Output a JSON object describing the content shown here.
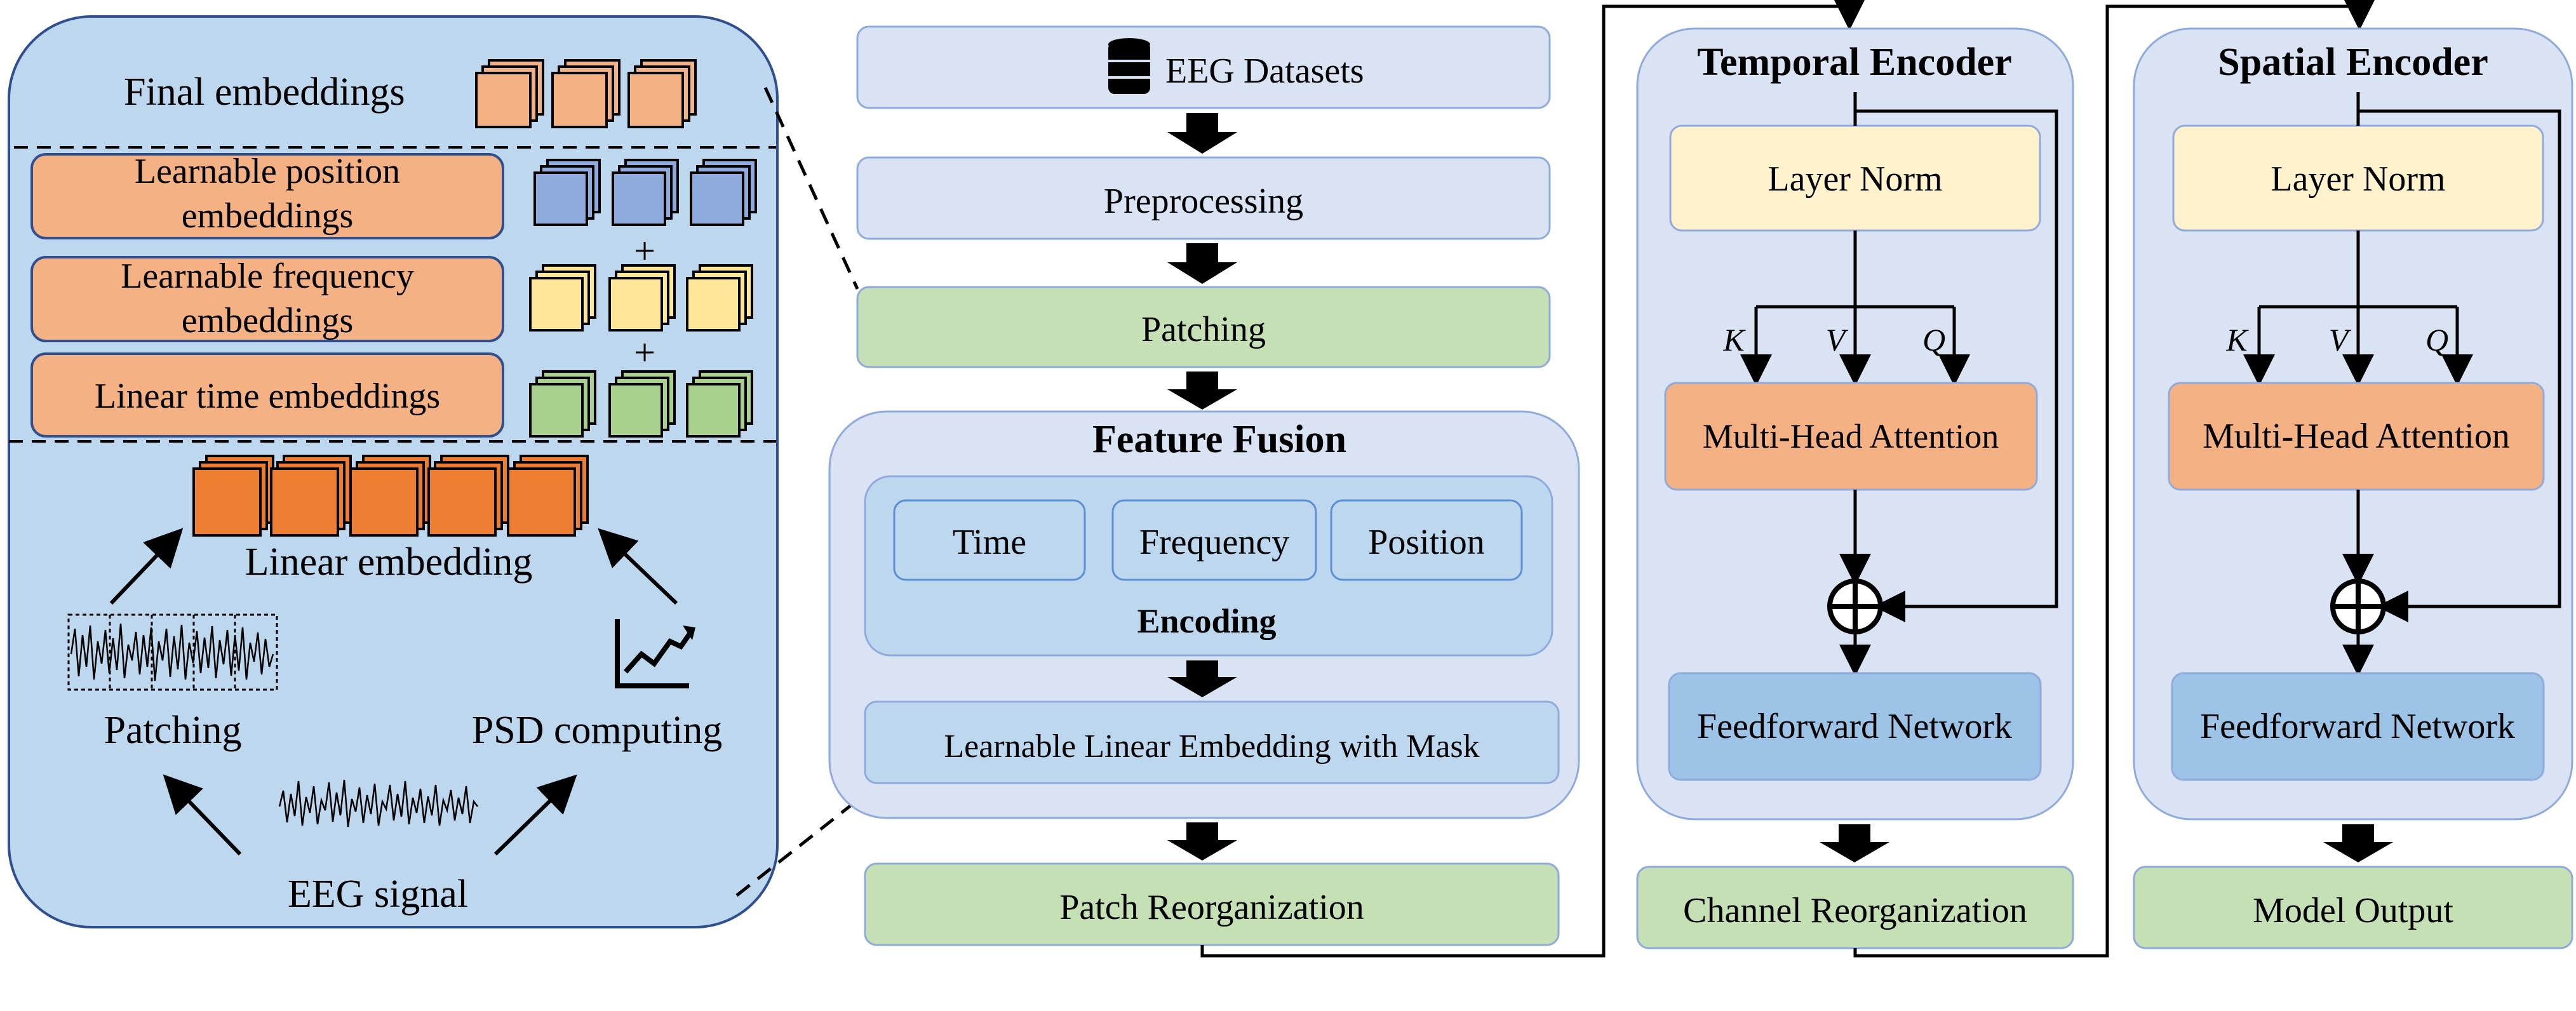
{
  "left_panel": {
    "final_embeddings": "Final embeddings",
    "position_line1": "Learnable position",
    "position_line2": "embeddings",
    "frequency_line1": "Learnable frequency",
    "frequency_line2": "embeddings",
    "time_embeddings": "Linear time embeddings",
    "plus_sign": "+",
    "linear_embedding": "Linear embedding",
    "patching": "Patching",
    "psd_computing": "PSD computing",
    "eeg_signal": "EEG signal"
  },
  "pipeline": {
    "eeg_datasets": "EEG Datasets",
    "preprocessing": "Preprocessing",
    "patching": "Patching",
    "feature_fusion": "Feature Fusion",
    "time": "Time",
    "frequency": "Frequency",
    "position": "Position",
    "encoding": "Encoding",
    "learnable_linear": "Learnable Linear Embedding with Mask",
    "patch_reorganization": "Patch Reorganization"
  },
  "temporal_encoder": {
    "title": "Temporal Encoder",
    "layer_norm": "Layer Norm",
    "key": "K",
    "value": "V",
    "query": "Q",
    "attention": "Multi-Head Attention",
    "ffn": "Feedforward Network",
    "output": "Channel Reorganization"
  },
  "spatial_encoder": {
    "title": "Spatial Encoder",
    "layer_norm": "Layer Norm",
    "key": "K",
    "value": "V",
    "query": "Q",
    "attention": "Multi-Head Attention",
    "ffn": "Feedforward Network",
    "output": "Model Output"
  },
  "colors": {
    "panel_blue": "#bdd7ee",
    "pale_blue": "#dae3f3",
    "green": "#c5e0b4",
    "orange_box": "#f4b183",
    "deep_orange": "#ed7d31",
    "cube_blue": "#8faadc",
    "cube_yellow": "#ffe699",
    "cube_green": "#a9d18e",
    "cream": "#fff2cc",
    "ffn_blue": "#9dc3e6",
    "border_blue": "#2f4f8f"
  }
}
